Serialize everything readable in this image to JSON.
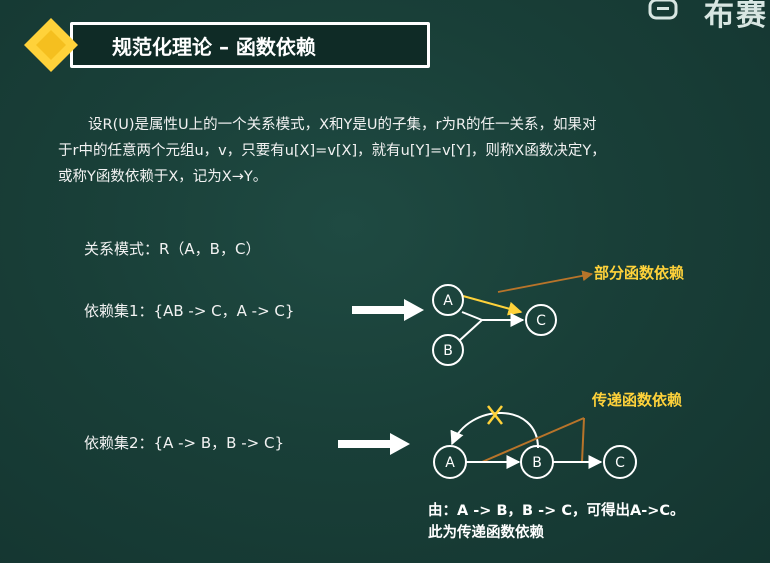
{
  "logo": {
    "text": "布赛"
  },
  "title": "规范化理论 – 函数依赖",
  "definition": {
    "line1": "设R(U)是属性U上的一个关系模式，X和Y是U的子集，r为R的任一关系，如果对",
    "line2": "于r中的任意两个元组u，v，只要有u[X]=v[X]，就有u[Y]=v[Y]，则称X函数决定Y，",
    "line3": "或称Y函数依赖于X，记为X→Y。"
  },
  "schema_label": "关系模式：R（A，B，C）",
  "set1": {
    "label": "依赖集1：{AB -> C，A -> C}",
    "nodes": [
      "A",
      "B",
      "C"
    ],
    "annotation": "部分函数依赖"
  },
  "set2": {
    "label": "依赖集2：{A -> B，B -> C}",
    "nodes": [
      "A",
      "B",
      "C"
    ],
    "annotation": "传递函数依赖",
    "conclusion_line1": "由：A -> B，B -> C，可得出A->C。",
    "conclusion_line2": "此为传递函数依赖"
  },
  "colors": {
    "background": "#173a34",
    "accent_yellow": "#ffd23a",
    "annotation_line": "#b8742a",
    "text": "#ffffff"
  }
}
